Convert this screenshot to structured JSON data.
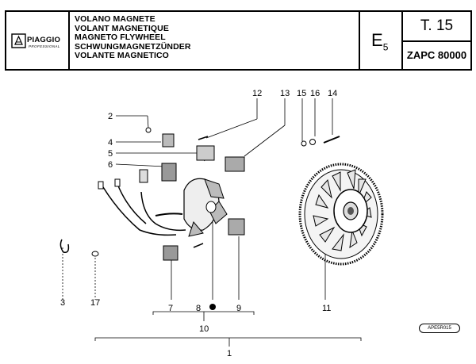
{
  "header": {
    "titles": [
      "VOLANO MAGNETE",
      "VOLANT MAGNETIQUE",
      "MAGNETO FLYWHEEL",
      "SCHWUNGMAGNETZÜNDER",
      "VOLANTE MAGNETICO"
    ],
    "section_letter": "E",
    "section_sub": "5",
    "table_number": "T. 15",
    "model_code": "ZAPC 80000"
  },
  "logo": {
    "brand": "PIAGGIO",
    "tagline": "PROFESSIONAL"
  },
  "callouts": {
    "c1": "1",
    "c2": "2",
    "c3": "3",
    "c4": "4",
    "c5": "5",
    "c6": "6",
    "c7": "7",
    "c8": "8",
    "c9": "9",
    "c10": "10",
    "c11": "11",
    "c12": "12",
    "c13": "13",
    "c14": "14",
    "c15": "15",
    "c16": "16",
    "c17": "17"
  },
  "drawing_code": "APE5R015"
}
